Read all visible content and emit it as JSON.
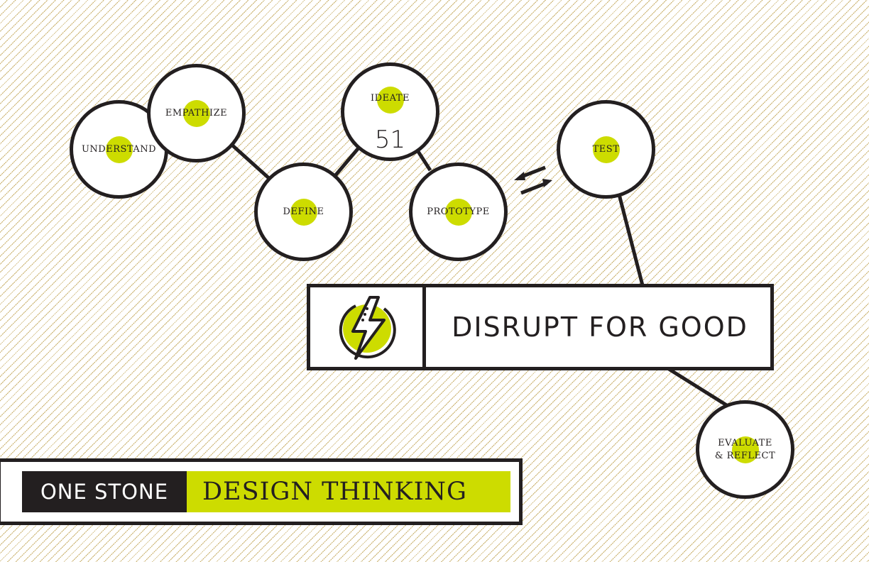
{
  "nodes": {
    "understand": "UNDERSTAND",
    "empathize": "EMPATHIZE",
    "define": "DEFINE",
    "ideate": "IDEATE",
    "ideate_number": "51",
    "prototype": "PROTOTYPE",
    "test": "TEST",
    "evaluate": "EVALUATE\n& REFLECT"
  },
  "banner": {
    "title": "DISRUPT FOR GOOD",
    "icon": "lightning-bolt-icon"
  },
  "brand": {
    "left": "ONE STONE",
    "right": "DESIGN THINKING"
  },
  "colors": {
    "accent": "#cddc00",
    "ink": "#231f20",
    "background_stripe": "#c9b06a"
  }
}
